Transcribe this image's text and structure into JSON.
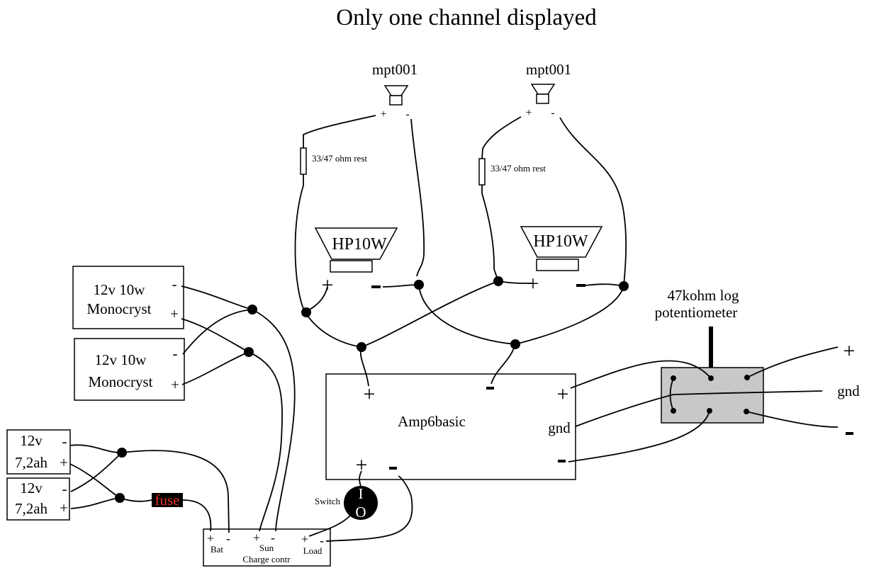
{
  "title": "Only one channel displayed",
  "speakers": {
    "tweeter_left": "mpt001",
    "tweeter_right": "mpt001",
    "woofer_left": "HP10W",
    "woofer_right": "HP10W"
  },
  "resistor_left": "33/47 ohm rest",
  "resistor_right": "33/47 ohm rest",
  "solar_panels": [
    {
      "line1": "12v 10w",
      "line2": "Monocryst"
    },
    {
      "line1": "12v 10w",
      "line2": "Monocryst"
    }
  ],
  "batteries": [
    {
      "line1": "12v",
      "line2": "7,2ah"
    },
    {
      "line1": "12v",
      "line2": "7,2ah"
    }
  ],
  "fuse": "fuse",
  "switch": {
    "label": "Switch",
    "on": "I",
    "off": "O"
  },
  "charge_controller": {
    "title": "Charge contr",
    "bat": "Bat",
    "sun": "Sun",
    "load": "Load"
  },
  "amplifier": {
    "label": "Amp6basic",
    "gnd": "gnd"
  },
  "potentiometer": {
    "line1": "47kohm log",
    "line2": "potentiometer"
  },
  "input": {
    "plus": "+",
    "gnd": "gnd",
    "minus": "-"
  },
  "signs": {
    "plus": "+",
    "minus": "-"
  }
}
